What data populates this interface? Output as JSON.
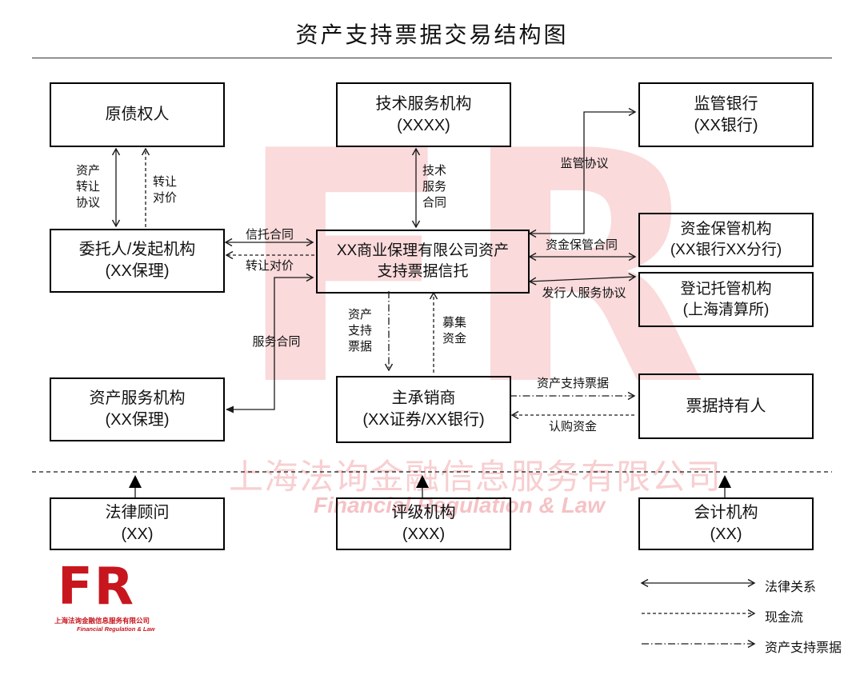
{
  "title": "资产支持票据交易结构图",
  "nodes": {
    "original_creditor": "原债权人",
    "tech_service": "技术服务机构\n(XXXX)",
    "supervising_bank": "监管银行\n(XX银行)",
    "originator": "委托人/发起机构\n(XX保理)",
    "trust": "XX商业保理有限公司资产\n支持票据信托",
    "fund_custodian": "资金保管机构\n(XX银行XX分行)",
    "registrar": "登记托管机构\n(上海清算所)",
    "asset_servicer": "资产服务机构\n(XX保理)",
    "underwriter": "主承销商\n(XX证券/XX银行)",
    "noteholder": "票据持有人",
    "legal_counsel": "法律顾问\n(XX)",
    "rating_agency": "评级机构\n(XXX)",
    "accounting": "会计机构\n(XX)"
  },
  "edge_labels": {
    "asset_transfer_agreement": "资产\n转让\n协议",
    "transfer_consideration_up": "转让\n对价",
    "tech_service_contract": "技术\n服务\n合同",
    "supervision_agreement": "监管协议",
    "trust_contract": "信托合同",
    "transfer_consideration_mid": "转让对价",
    "fund_custody_contract": "资金保管合同",
    "issuer_service_agreement": "发行人服务协议",
    "service_contract": "服务合同",
    "abn_down": "资产\n支持\n票据",
    "raised_funds": "募集\n资金",
    "abn_right": "资产支持票据",
    "subscription_funds": "认购资金"
  },
  "legend": {
    "legal": "法律关系",
    "cash": "现金流",
    "abn": "资产支持票据"
  },
  "watermark": {
    "monogram": "FR",
    "company": "上海法询金融信息服务有限公司",
    "tagline": "Financial Regulation & Law"
  },
  "logo": {
    "monogram": "FR",
    "company": "上海法询金融信息服务有限公司",
    "tagline": "Financial Regulation & Law"
  },
  "colors": {
    "line": "#1a1a1a",
    "brand_red": "#c8161e",
    "watermark_pink": "#f6bdbf"
  }
}
